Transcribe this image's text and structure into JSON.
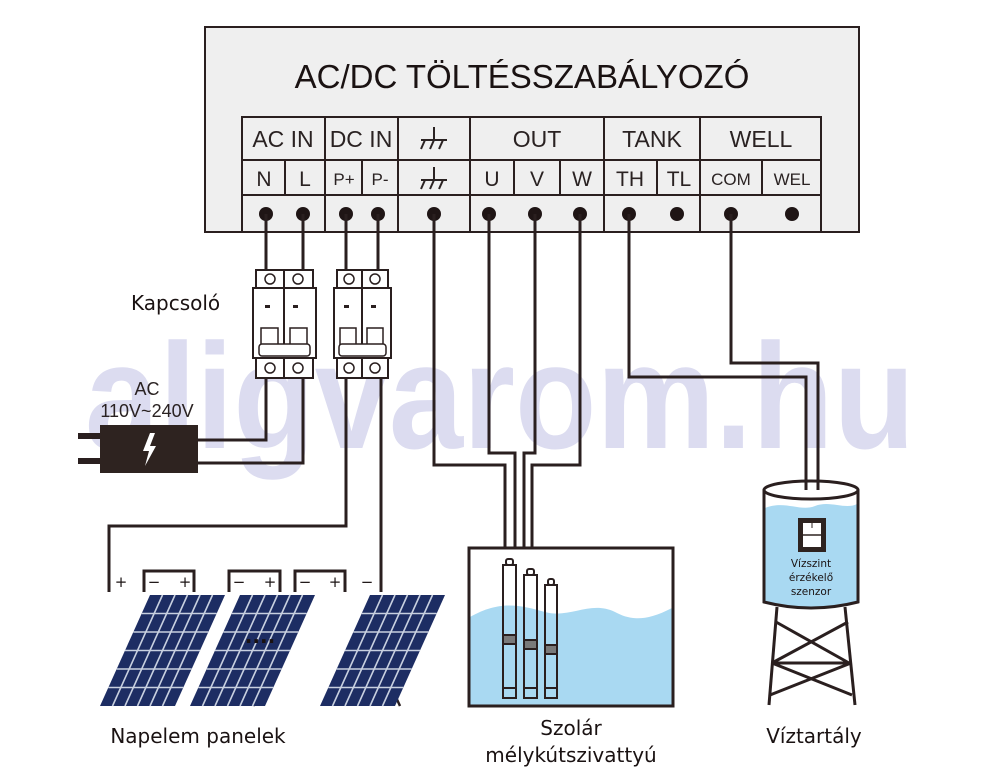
{
  "watermark": "aligvarom.hu",
  "controller": {
    "title": "AC/DC TÖLTÉSSZABÁLYOZÓ",
    "groups": [
      {
        "label": "AC IN",
        "terminals": [
          "N",
          "L"
        ]
      },
      {
        "label": "DC IN",
        "terminals": [
          "P+",
          "P-"
        ]
      },
      {
        "label": "ground-symbol",
        "terminals": [
          "ground-symbol"
        ]
      },
      {
        "label": "OUT",
        "terminals": [
          "U",
          "V",
          "W"
        ]
      },
      {
        "label": "TANK",
        "terminals": [
          "TH",
          "TL"
        ]
      },
      {
        "label": "WELL",
        "terminals": [
          "COM",
          "WEL"
        ]
      }
    ]
  },
  "breaker": {
    "label": "Kapcsoló"
  },
  "ac_source": {
    "line1": "AC",
    "line2": "110V~240V",
    "icon": "lightning-icon"
  },
  "solar": {
    "label": "Napelem panelek",
    "ellipsis": "····",
    "polarity": [
      "+",
      "−",
      "+",
      "−",
      "+",
      "−",
      "+",
      "−"
    ]
  },
  "pump": {
    "label_line1": "Szolár",
    "label_line2": "mélykútszivattyú"
  },
  "tank": {
    "label": "Víztartály",
    "sensor_lines": [
      "Vízszint",
      "érzékelő",
      "szenzor"
    ]
  },
  "colors": {
    "wire": "#2a1f1f",
    "box_fill": "#efefef",
    "water": "#a9d9f2",
    "panel": "#1d2d63",
    "watermark": "#dcdcf0"
  }
}
